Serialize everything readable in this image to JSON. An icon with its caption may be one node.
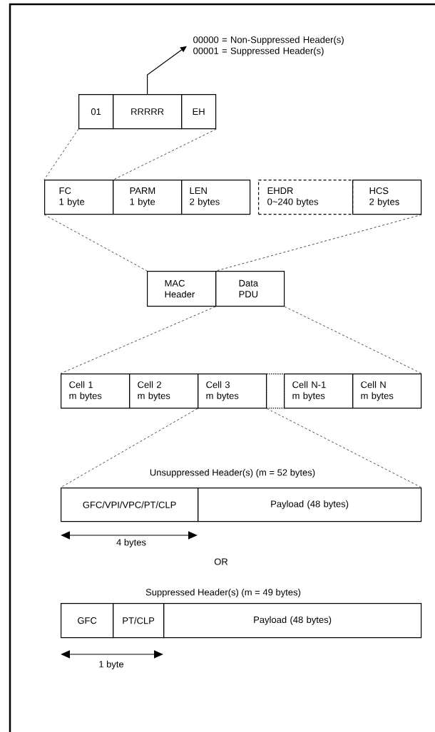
{
  "diagram": {
    "nodes": [
      {
        "text": [
          "00000 = Non-Suppressed Header(s)",
          "00001 = Suppressed Header(s)"
        ]
      },
      {
        "text": [
          "01"
        ]
      },
      {
        "text": [
          "RRRRR"
        ]
      },
      {
        "text": [
          "EH"
        ]
      },
      {
        "text": [
          "FC",
          "1 byte"
        ]
      },
      {
        "text": [
          "PARM",
          "1 byte"
        ]
      },
      {
        "text": [
          "LEN",
          "2 bytes"
        ]
      },
      {
        "text": [
          "EHDR",
          "0~240 bytes"
        ]
      },
      {
        "text": [
          "HCS",
          "2 bytes"
        ]
      },
      {
        "text": [
          "MAC",
          "Header"
        ]
      },
      {
        "text": [
          "Data",
          "PDU"
        ]
      },
      {
        "text": [
          "Cell 1",
          "m bytes"
        ]
      },
      {
        "text": [
          "Cell 2",
          "m bytes"
        ]
      },
      {
        "text": [
          "Cell 3",
          "m bytes"
        ]
      },
      {
        "text": [],
        "shape": "box"
      },
      {
        "text": [
          "Cell N-1",
          "m bytes"
        ]
      },
      {
        "text": [
          "Cell N",
          "m bytes"
        ]
      },
      {
        "text": [
          "GFC/VPI/VPC/PT/CLP"
        ]
      },
      {
        "text": [
          "Payload (48 bytes)"
        ]
      },
      {
        "text": [
          "GFC"
        ]
      },
      {
        "text": [
          "PT/CLP"
        ]
      },
      {
        "text": [
          "Payload (48 bytes)"
        ]
      }
    ],
    "edges": [
      {
        "from": 2,
        "to": 0,
        "arrow": "to"
      },
      {
        "from": 1,
        "to": 4,
        "arrow": "none",
        "style": "dashed"
      },
      {
        "from": 3,
        "to": 4,
        "arrow": "none",
        "style": "dashed"
      },
      {
        "from": 4,
        "to": 9,
        "arrow": "none",
        "style": "dashed"
      },
      {
        "from": 8,
        "to": 9,
        "arrow": "none",
        "style": "dashed"
      },
      {
        "from": 10,
        "to": 11,
        "arrow": "none",
        "style": "dashed"
      },
      {
        "from": 10,
        "to": 16,
        "arrow": "none",
        "style": "dashed"
      },
      {
        "from": 13,
        "to": 17,
        "arrow": "none",
        "style": "dashed"
      },
      {
        "from": 13,
        "to": 18,
        "arrow": "none",
        "style": "dashed"
      }
    ],
    "labels": [
      "Unsuppressed Header(s) (m = 52 bytes)",
      "4 bytes",
      "OR",
      "Suppressed Header(s) (m = 49 bytes)",
      "1 byte"
    ]
  }
}
